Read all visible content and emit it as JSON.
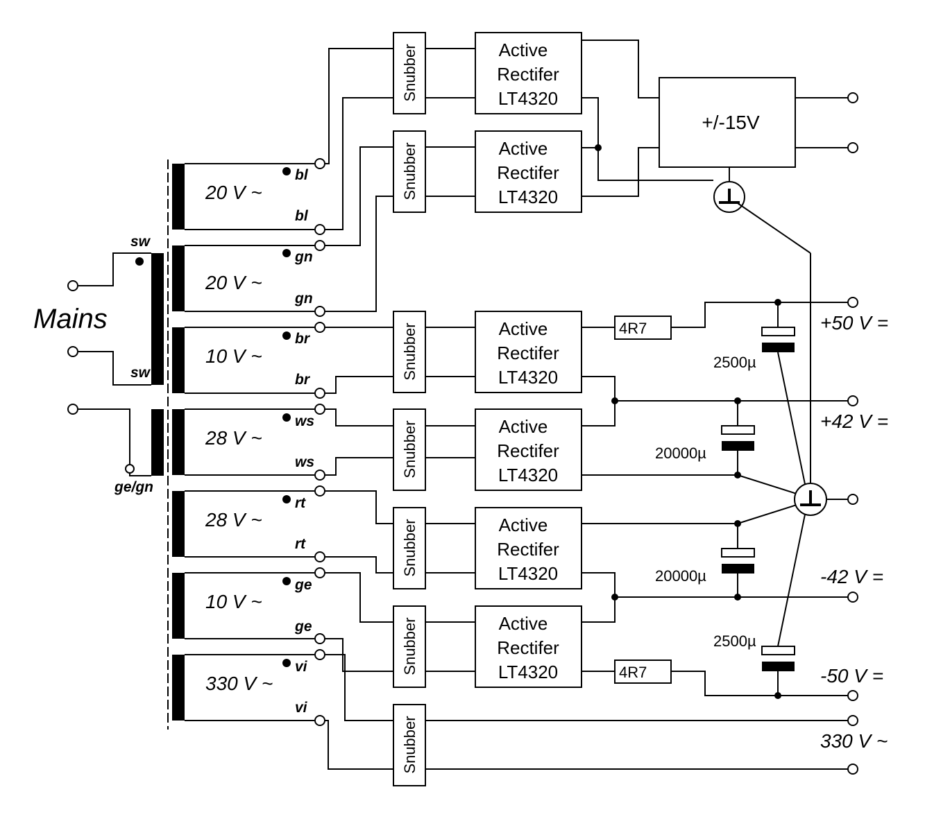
{
  "mains_label": "Mains",
  "primary": {
    "wire_top": "sw",
    "wire_bottom": "sw",
    "wire_earth": "ge/gn"
  },
  "windings": [
    {
      "voltage": "20 V ~",
      "wire_top": "bl",
      "wire_bottom": "bl"
    },
    {
      "voltage": "20 V ~",
      "wire_top": "gn",
      "wire_bottom": "gn"
    },
    {
      "voltage": "10 V ~",
      "wire_top": "br",
      "wire_bottom": "br"
    },
    {
      "voltage": "28 V ~",
      "wire_top": "ws",
      "wire_bottom": "ws"
    },
    {
      "voltage": "28 V ~",
      "wire_top": "rt",
      "wire_bottom": "rt"
    },
    {
      "voltage": "10 V ~",
      "wire_top": "ge",
      "wire_bottom": "ge"
    },
    {
      "voltage": "330 V ~",
      "wire_top": "vi",
      "wire_bottom": "vi"
    }
  ],
  "snubber_label": "Snubber",
  "rectifier": {
    "line1": "Active",
    "line2": "Rectifer",
    "line3": "LT4320"
  },
  "regulator_label": "+/-15V",
  "resistor_label": "4R7",
  "capacitors": {
    "c_50_pos": "2500µ",
    "c_42_pos": "20000µ",
    "c_42_neg": "20000µ",
    "c_50_neg": "2500µ"
  },
  "outputs": {
    "pos50": "+50 V =",
    "pos42": "+42 V =",
    "neg42": "-42 V =",
    "neg50": "-50 V =",
    "ac330": "330 V ~"
  }
}
